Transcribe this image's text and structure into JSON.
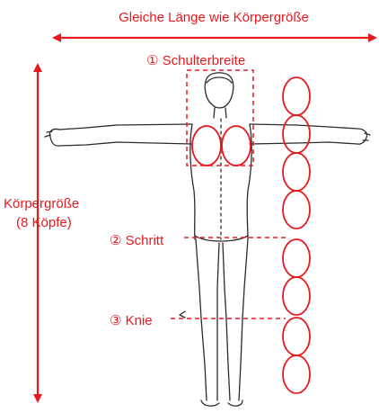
{
  "colors": {
    "accent": "#e8191e",
    "sketch": "#2b2b2b"
  },
  "labels": {
    "arm_span": "Gleiche Länge wie Körpergröße",
    "shoulder": "① Schulterbreite",
    "height_line1": "Körpergröße",
    "height_line2": "(8 Köpfe)",
    "crotch": "② Schritt",
    "knee": "③ Knie"
  },
  "proportions": {
    "head_count": 8,
    "crotch_at_head": 4,
    "knee_at_head": 6
  }
}
